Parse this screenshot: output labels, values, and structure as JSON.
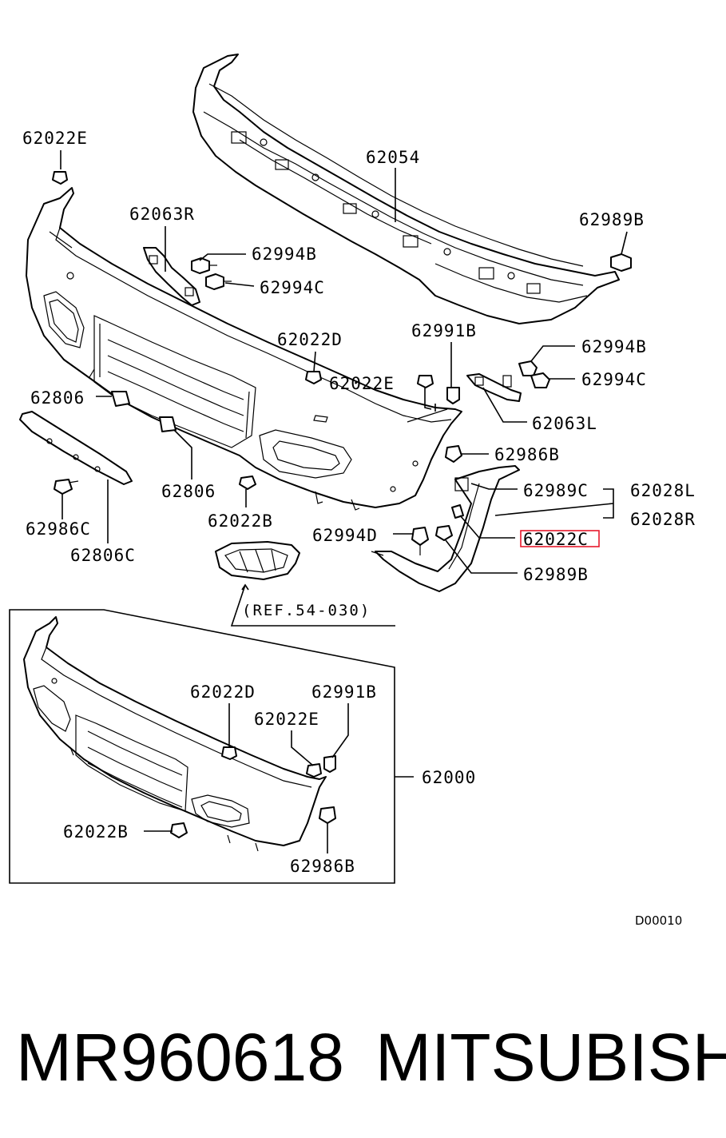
{
  "labels": {
    "l_62022E_a": "62022E",
    "l_62054": "62054",
    "l_62063R": "62063R",
    "l_62989B_a": "62989B",
    "l_62994B_a": "62994B",
    "l_62994C_a": "62994C",
    "l_62022D_a": "62022D",
    "l_62991B_a": "62991B",
    "l_62994B_b": "62994B",
    "l_62994C_b": "62994C",
    "l_62806_a": "62806",
    "l_62022E_b": "62022E",
    "l_62063L": "62063L",
    "l_62986B_a": "62986B",
    "l_62989C": "62989C",
    "l_62028L": "62028L",
    "l_62806_b": "62806",
    "l_62022B_a": "62022B",
    "l_62028R": "62028R",
    "l_62986C": "62986C",
    "l_62994D": "62994D",
    "l_62022C": "62022C",
    "l_62806C": "62806C",
    "l_62989B_b": "62989B",
    "l_ref": "(REF.54-030)",
    "l_62022D_b": "62022D",
    "l_62991B_b": "62991B",
    "l_62022E_c": "62022E",
    "l_62000": "62000",
    "l_62022B_b": "62022B",
    "l_62986B_b": "62986B"
  },
  "diagram_code": "D00010",
  "highlight_color": "#e8192c",
  "footer": {
    "part_number": "MR960618",
    "brand": "MITSUBISHI"
  }
}
